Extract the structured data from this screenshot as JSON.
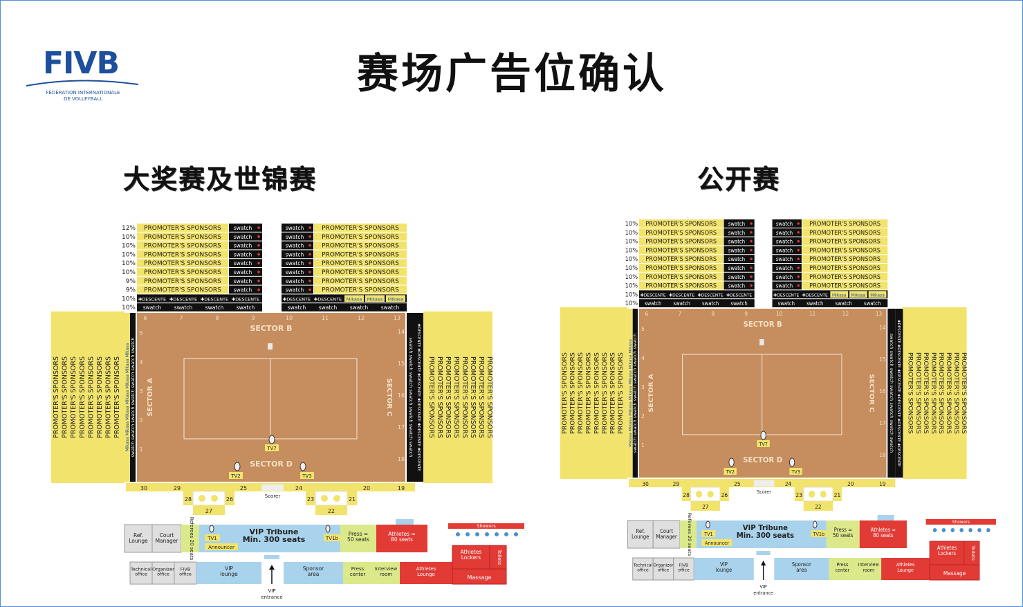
{
  "logo": {
    "text": "FIVB",
    "subtitle_line1": "FÉDÉRATION INTERNATIONALE",
    "subtitle_line2": "DE VOLLEYBALL"
  },
  "title": "赛场广告位确认",
  "colors": {
    "yellow": "#f2e36c",
    "court": "#c68d5f",
    "blue": "#a9d3ec",
    "red": "#e23b35",
    "lightgreen": "#dbe98a",
    "gray": "#dfdfdf",
    "black": "#111111",
    "border": "#4e8fd6"
  },
  "diagrams": [
    {
      "id": "left",
      "heading": "大奖赛及世锦赛",
      "left_stand": {
        "percents": [
          "12%",
          "10%",
          "10%",
          "10%",
          "10%",
          "10%",
          "9%",
          "9%",
          "10%",
          "10%"
        ],
        "rows": [
          "PROMOTER'S SPONSORS",
          "PROMOTER'S SPONSORS",
          "PROMOTER'S SPONSORS",
          "PROMOTER'S SPONSORS",
          "PROMOTER'S SPONSORS",
          "PROMOTER'S SPONSORS",
          "PROMOTER'S SPONSORS",
          "PROMOTER'S SPONSORS"
        ]
      },
      "right_stand": {
        "rows": [
          "PROMOTER'S SPONSORS",
          "PROMOTER'S SPONSORS",
          "PROMOTER'S SPONSORS",
          "PROMOTER'S SPONSORS",
          "PROMOTER'S SPONSORS",
          "PROMOTER'S SPONSORS",
          "PROMOTER'S SPONSORS",
          "PROMOTER'S SPONSORS"
        ]
      }
    },
    {
      "id": "right",
      "heading": "公开赛",
      "left_stand": {
        "percents": [
          "10%",
          "10%",
          "10%",
          "10%",
          "10%",
          "10%",
          "10%",
          "10%",
          "10%",
          "10%"
        ],
        "rows": [
          "PROMOTER'S SPONSORS",
          "PROMOTER'S SPONSORS",
          "PROMOTER'S SPONSORS",
          "PROMOTER'S SPONSORS",
          "PROMOTER'S SPONSORS",
          "PROMOTER'S SPONSORS",
          "PROMOTER'S SPONSORS",
          "PROMOTER'S SPONSORS"
        ]
      },
      "right_stand": {
        "rows": [
          "PROMOTER'S SPONSORS",
          "PROMOTER'S SPONSORS",
          "PROMOTER'S SPONSORS",
          "PROMOTER'S SPONSORS",
          "PROMOTER'S SPONSORS",
          "PROMOTER'S SPONSORS",
          "PROMOTER'S SPONSORS",
          "PROMOTER'S SPONSORS"
        ]
      }
    }
  ],
  "common": {
    "swatch": "swatch",
    "descente": "DESCENTE",
    "mikasa": "Mikasa",
    "side_sponsor": "PROMOTER'S SPONSORS",
    "sectors": {
      "a": "SECTOR A",
      "b": "SECTOR B",
      "c": "SECTOR C",
      "d": "SECTOR D"
    },
    "top_numbers": [
      "6",
      "7",
      "8",
      "9",
      "10",
      "11",
      "12",
      "13"
    ],
    "right_numbers": [
      "14",
      "15",
      "16",
      "17",
      "18"
    ],
    "left_numbers": [
      "1",
      "2",
      "3",
      "4",
      "5"
    ],
    "bottom_numbers": [
      "30",
      "29",
      "25",
      "24",
      "20",
      "19"
    ],
    "box_left": [
      "28",
      "26",
      "27"
    ],
    "box_right": [
      "23",
      "21",
      "22"
    ],
    "scorer": "Scorer",
    "cameras": [
      "TV7",
      "TV2",
      "TV3",
      "TV1",
      "TV1b"
    ],
    "ref_lounge": "Ref. Lounge",
    "court_manager": "Court Manager",
    "referees": "Referees 20 seats",
    "vip_tribune": "VIP Tribune",
    "vip_seats": "Min. 300 seats",
    "announcer": "Announcer",
    "press": "Press = 50 seats",
    "athletes_seats": "Athletes = 80 seats",
    "showers": "Showers",
    "technical_office": "Technical office",
    "organizer_office": "Organizer office",
    "fivb_office": "FIVB office",
    "vip_lounge": "VIP lounge",
    "vip_entrance": "VIP entrance",
    "sponsor_area": "Sponsor area",
    "press_center": "Press center",
    "interview_room": "Interview room",
    "athletes_lounge": "Athletes Lounge",
    "athletes_lockers": "Athletes Lockers",
    "toilets": "Toilets",
    "massage": "Massage"
  }
}
